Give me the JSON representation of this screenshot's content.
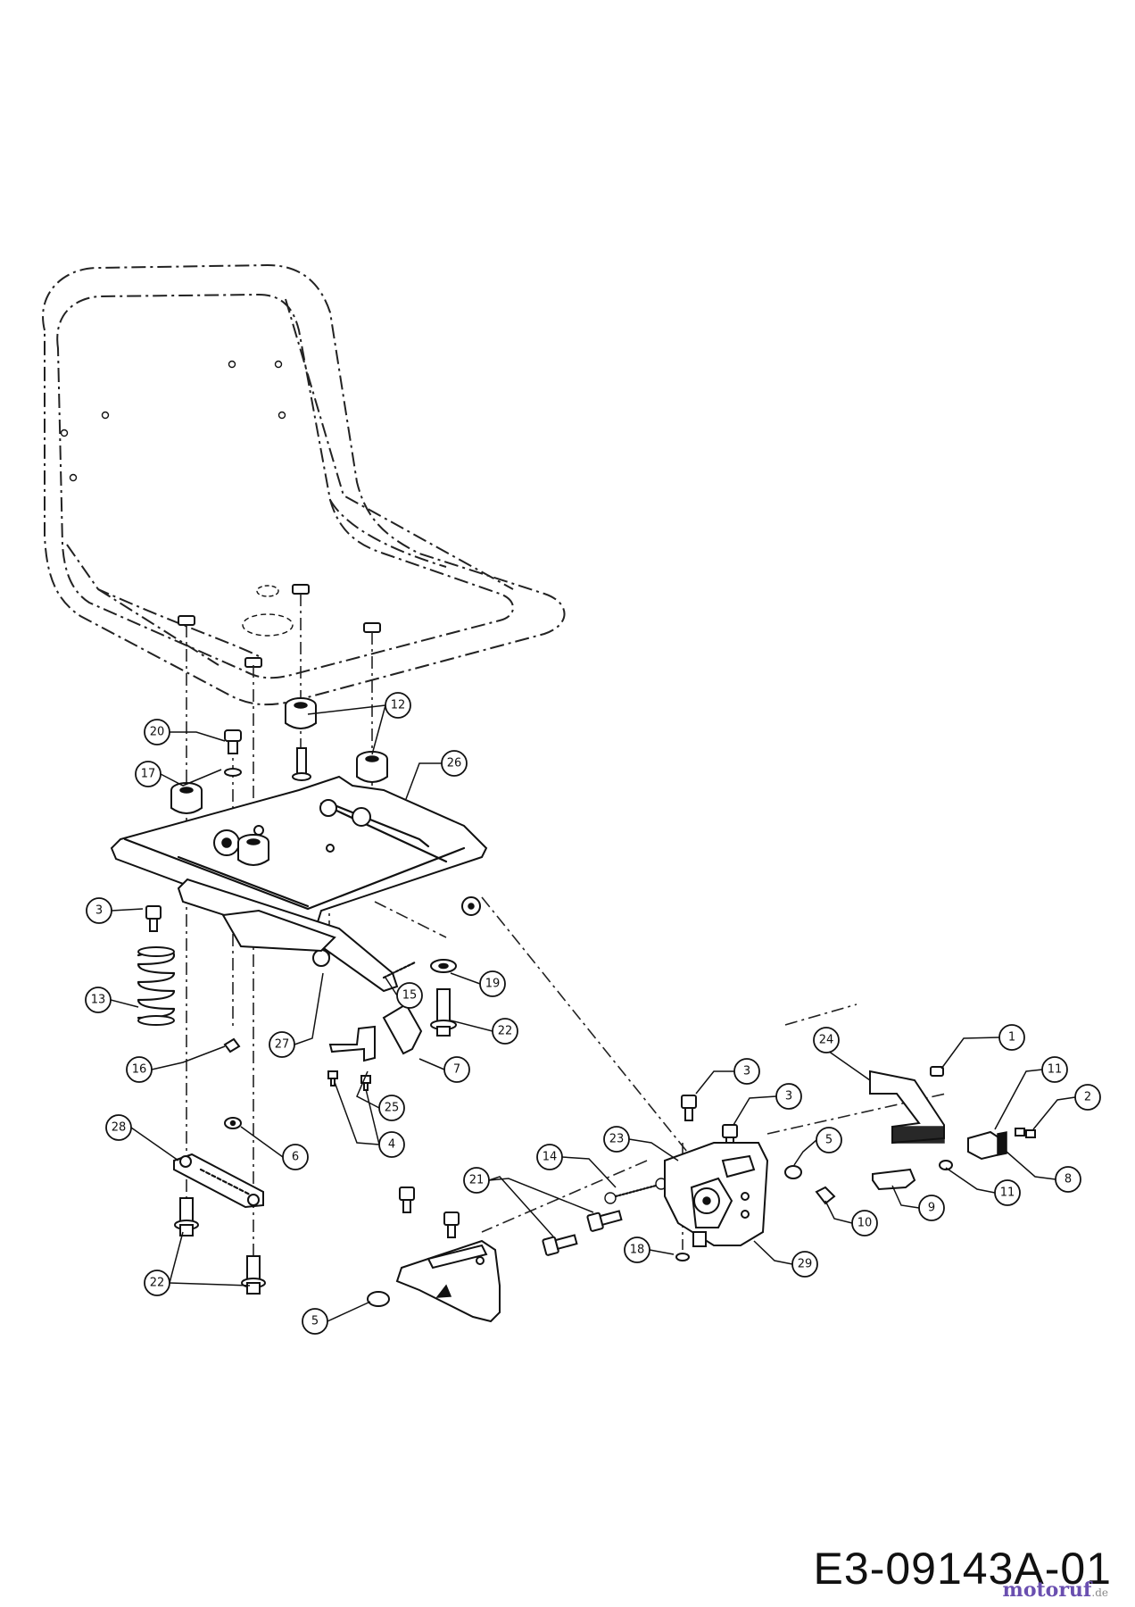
{
  "drawing_number": "E3-09143A-01",
  "watermark": {
    "name": "motoruf",
    "tld": ".de"
  },
  "callouts": [
    {
      "id": "c20",
      "label": "20"
    },
    {
      "id": "c17",
      "label": "17"
    },
    {
      "id": "c12",
      "label": "12"
    },
    {
      "id": "c26",
      "label": "26"
    },
    {
      "id": "c3a",
      "label": "3"
    },
    {
      "id": "c13",
      "label": "13"
    },
    {
      "id": "c15",
      "label": "15"
    },
    {
      "id": "c19",
      "label": "19"
    },
    {
      "id": "c22a",
      "label": "22"
    },
    {
      "id": "c27",
      "label": "27"
    },
    {
      "id": "c7",
      "label": "7"
    },
    {
      "id": "c16",
      "label": "16"
    },
    {
      "id": "c25",
      "label": "25"
    },
    {
      "id": "c4",
      "label": "4"
    },
    {
      "id": "c6",
      "label": "6"
    },
    {
      "id": "c28",
      "label": "28"
    },
    {
      "id": "c22b",
      "label": "22"
    },
    {
      "id": "c5a",
      "label": "5"
    },
    {
      "id": "c21",
      "label": "21"
    },
    {
      "id": "c14",
      "label": "14"
    },
    {
      "id": "c23",
      "label": "23"
    },
    {
      "id": "c3b",
      "label": "3"
    },
    {
      "id": "c3c",
      "label": "3"
    },
    {
      "id": "c24",
      "label": "24"
    },
    {
      "id": "c1",
      "label": "1"
    },
    {
      "id": "c11a",
      "label": "11"
    },
    {
      "id": "c2",
      "label": "2"
    },
    {
      "id": "c5b",
      "label": "5"
    },
    {
      "id": "c8",
      "label": "8"
    },
    {
      "id": "c11b",
      "label": "11"
    },
    {
      "id": "c9",
      "label": "9"
    },
    {
      "id": "c10",
      "label": "10"
    },
    {
      "id": "c29",
      "label": "29"
    },
    {
      "id": "c18",
      "label": "18"
    }
  ]
}
